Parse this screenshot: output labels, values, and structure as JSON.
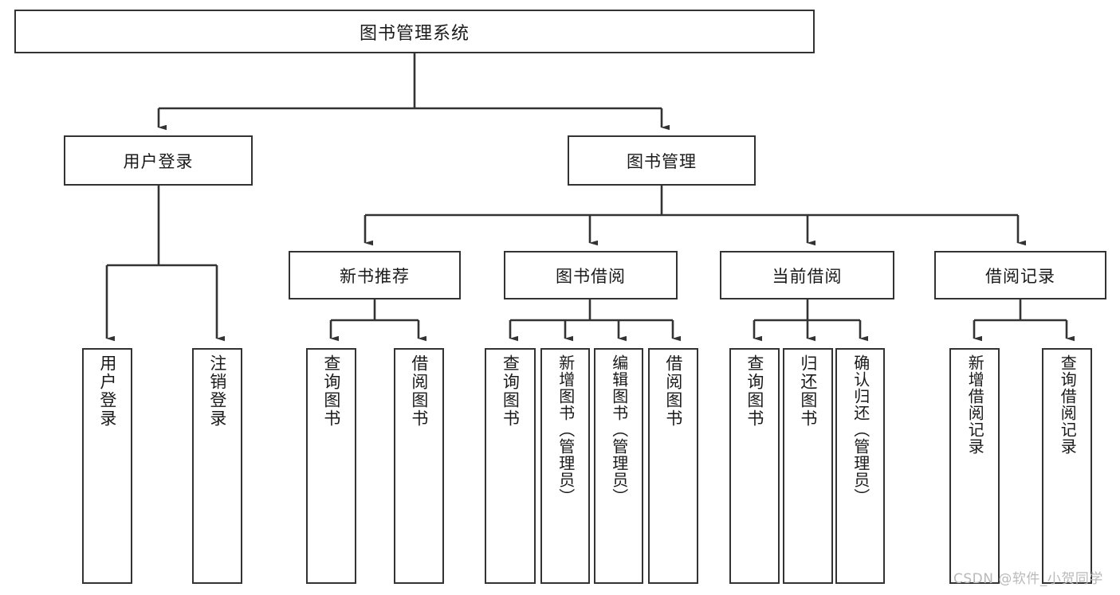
{
  "diagram": {
    "type": "tree-hierarchy",
    "title": "图书管理系统",
    "root": {
      "label": "图书管理系统"
    },
    "level2": [
      {
        "label": "用户登录"
      },
      {
        "label": "图书管理"
      }
    ],
    "level3": [
      {
        "label": "新书推荐"
      },
      {
        "label": "图书借阅"
      },
      {
        "label": "当前借阅"
      },
      {
        "label": "借阅记录"
      }
    ],
    "leaves": {
      "user_login": [
        {
          "label": "用户登录"
        },
        {
          "label": "注销登录"
        }
      ],
      "new_book_recommend": [
        {
          "label": "查询图书"
        },
        {
          "label": "借阅图书"
        }
      ],
      "book_borrow": [
        {
          "label": "查询图书"
        },
        {
          "label": "新增图书（管理员）"
        },
        {
          "label": "编辑图书（管理员）"
        },
        {
          "label": "借阅图书"
        }
      ],
      "current_borrow": [
        {
          "label": "查询图书"
        },
        {
          "label": "归还图书"
        },
        {
          "label": "确认归还（管理员）"
        }
      ],
      "borrow_record": [
        {
          "label": "新增借阅记录"
        },
        {
          "label": "查询借阅记录"
        }
      ]
    },
    "watermark": "CSDN @软件_小贺同学",
    "colors": {
      "border": "#333333",
      "background": "#ffffff",
      "text": "#1a1a1a",
      "watermark": "#b9b9b9"
    }
  }
}
